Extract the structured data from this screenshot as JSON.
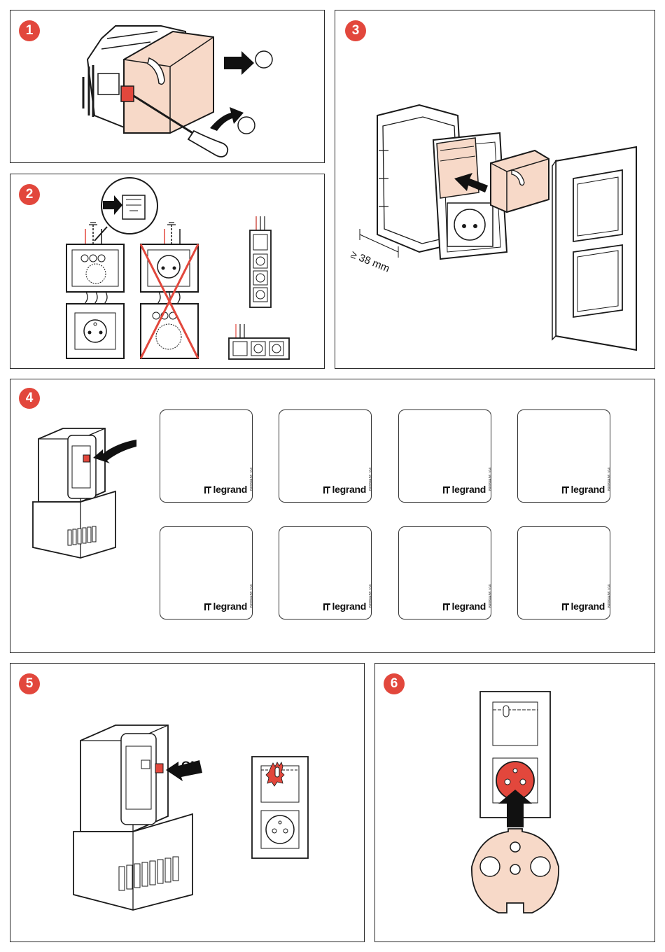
{
  "steps": {
    "s1": "1",
    "s2": "2",
    "s3": "3",
    "s4": "4",
    "s5": "5",
    "s6": "6"
  },
  "step3": {
    "depth_label": "≥ 38 mm"
  },
  "step5": {
    "on_label": "ON"
  },
  "stickers": [
    {
      "code": "N0064496 / 04",
      "brand": "legrand"
    },
    {
      "code": "N0064496 / 04",
      "brand": "legrand"
    },
    {
      "code": "N0064496 / 04",
      "brand": "legrand"
    },
    {
      "code": "N0064496 / 04",
      "brand": "legrand"
    },
    {
      "code": "N0064496 / 04",
      "brand": "legrand"
    },
    {
      "code": "N0064496 / 04",
      "brand": "legrand"
    },
    {
      "code": "N0064496 / 04",
      "brand": "legrand"
    },
    {
      "code": "N0064496 / 04",
      "brand": "legrand"
    }
  ],
  "colors": {
    "accent": "#e2473c",
    "skin": "#f7d9c8",
    "line": "#1a1a1a"
  }
}
